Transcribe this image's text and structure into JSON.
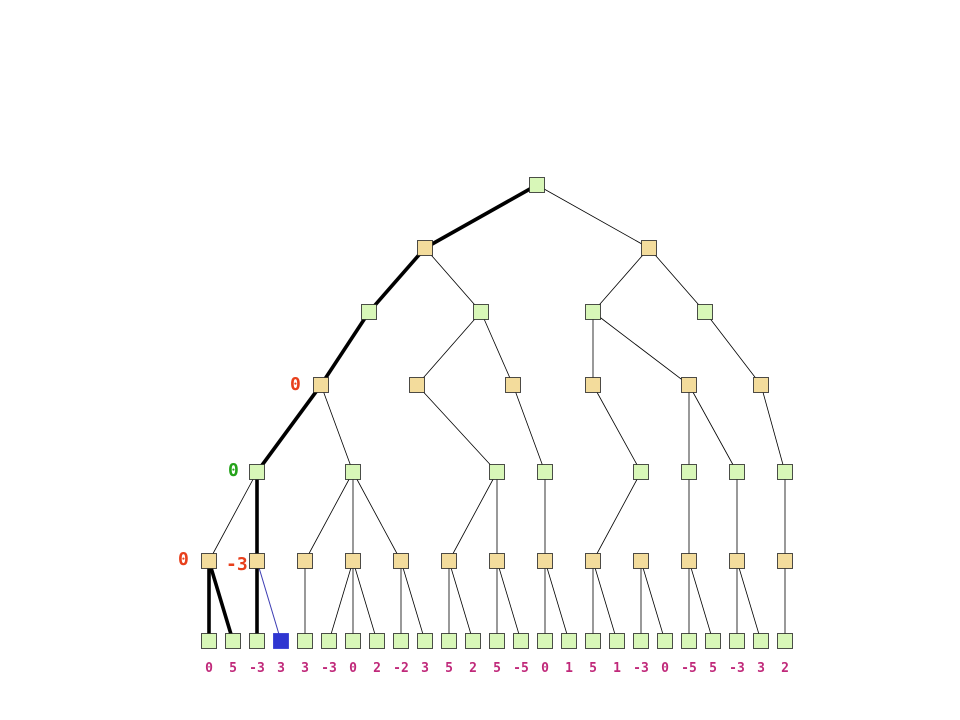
{
  "tree": {
    "colors": {
      "max_node": "#d8f7b8",
      "min_node": "#f3dc9c",
      "node_border": "#222222",
      "edge": "#000000",
      "visited_edge": "#000000",
      "current_edge": "#3d3db3",
      "current_node": "#2f36d1",
      "leaf_value": "#c0297a",
      "value_red": "#e8401c",
      "value_green": "#24a21a"
    },
    "leaves": [
      {
        "id": "L0",
        "value": "0"
      },
      {
        "id": "L1",
        "value": "5"
      },
      {
        "id": "L2",
        "value": "-3"
      },
      {
        "id": "L3",
        "value": "3",
        "current": true
      },
      {
        "id": "L4",
        "value": "3"
      },
      {
        "id": "L5",
        "value": "-3"
      },
      {
        "id": "L6",
        "value": "0"
      },
      {
        "id": "L7",
        "value": "2"
      },
      {
        "id": "L8",
        "value": "-2"
      },
      {
        "id": "L9",
        "value": "3"
      },
      {
        "id": "L10",
        "value": "5"
      },
      {
        "id": "L11",
        "value": "2"
      },
      {
        "id": "L12",
        "value": "5"
      },
      {
        "id": "L13",
        "value": "-5"
      },
      {
        "id": "L14",
        "value": "0"
      },
      {
        "id": "L15",
        "value": "1"
      },
      {
        "id": "L16",
        "value": "5"
      },
      {
        "id": "L17",
        "value": "1"
      },
      {
        "id": "L18",
        "value": "-3"
      },
      {
        "id": "L19",
        "value": "0"
      },
      {
        "id": "L20",
        "value": "-5"
      },
      {
        "id": "L21",
        "value": "5"
      },
      {
        "id": "L22",
        "value": "-3"
      },
      {
        "id": "L23",
        "value": "3"
      },
      {
        "id": "L24",
        "value": "2"
      }
    ],
    "node_values": [
      {
        "node": "D3_0",
        "text": "0",
        "color": "red"
      },
      {
        "node": "D4_0",
        "text": "0",
        "color": "green"
      },
      {
        "node": "D5_0",
        "text": "0",
        "color": "red"
      },
      {
        "node": "D5_1",
        "text": "-3",
        "color": "red"
      }
    ]
  }
}
